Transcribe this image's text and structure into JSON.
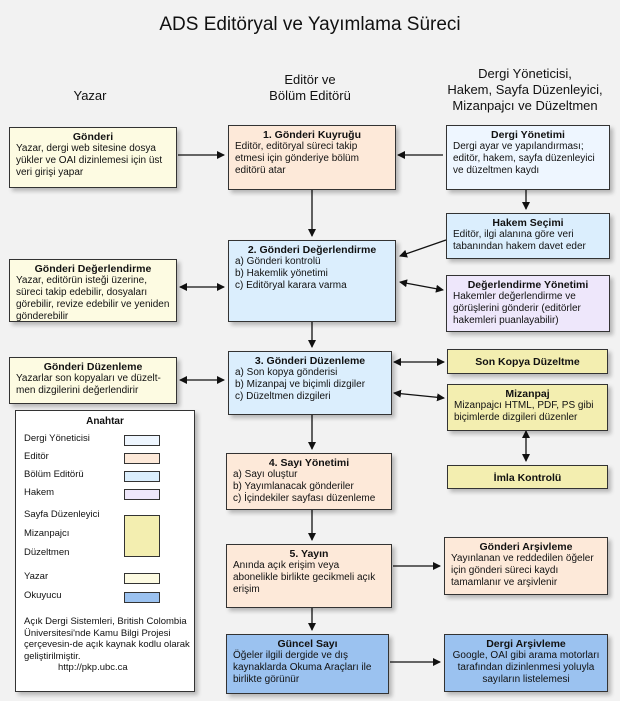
{
  "title": "ADS Editöryal ve Yayımlama Süreci",
  "columns": {
    "author": "Yazar",
    "editor": [
      "Editör ve",
      "Bölüm Editörü"
    ],
    "manager": [
      "Dergi Yöneticisi,",
      "Hakem, Sayfa Düzenleyici,",
      "Mizanpajcı ve Düzeltmen"
    ]
  },
  "boxes": {
    "gonderi": {
      "title": "Gönderi",
      "body": "Yazar, dergi web sitesine dosya yükler ve OAI dizinlemesi için üst veri girişi yapar"
    },
    "gonderi_degerlendirme": {
      "title": "Gönderi Değerlendirme",
      "body": "Yazar, editörün isteği üzerine, süreci takip edebilir, dosyaları görebilir, revize edebilir ve yeniden gönderebilir"
    },
    "gonderi_duzenleme": {
      "title": "Gönderi Düzenleme",
      "body": "Yazarlar son kopyaları ve düzelt-men dizgilerini değerlendirir"
    },
    "kuyruk": {
      "title": "1. Gönderi Kuyruğu",
      "body": "Editör, editöryal süreci takip etmesi için gönderiye bölüm editörü atar"
    },
    "degerlendirme": {
      "title": "2. Gönderi Değerlendirme",
      "items": [
        "a) Gönderi kontrolü",
        "b) Hakemlik yönetimi",
        "c) Editöryal karara varma"
      ]
    },
    "duzenleme": {
      "title": "3. Gönderi Düzenleme",
      "items": [
        "a) Son kopya gönderisi",
        "b) Mizanpaj ve biçimli dizgiler",
        "c) Düzeltmen dizgileri"
      ]
    },
    "sayi_yonetimi": {
      "title": "4. Sayı Yönetimi",
      "items": [
        "a) Sayı oluştur",
        "b) Yayımlanacak gönderiler",
        "c) İçindekiler sayfası düzenleme"
      ]
    },
    "yayin": {
      "title": "5. Yayın",
      "body": "Anında açık erişim veya abonelikle birlikte gecikmeli açık erişim"
    },
    "guncel_sayi": {
      "title": "Güncel Sayı",
      "body": "Öğeler ilgili dergide ve dış kaynaklarda Okuma Araçları ile birlikte görünür"
    },
    "dergi_yonetimi": {
      "title": "Dergi Yönetimi",
      "body": "Dergi ayar ve yapılandırması; editör, hakem, sayfa düzenleyici ve düzeltmen kaydı"
    },
    "hakem_secimi": {
      "title": "Hakem Seçimi",
      "body": "Editör, ilgi alanına göre veri tabanından hakem davet eder"
    },
    "degerlendirme_yonetimi": {
      "title": "Değerlendirme Yönetimi",
      "body": "Hakemler değerlendirme ve görüşlerini gönderir (editörler hakemleri puanlayabilir)"
    },
    "son_kopya": {
      "title": "Son Kopya Düzeltme"
    },
    "mizanpaj": {
      "title": "Mizanpaj",
      "body": "Mizanpajcı HTML, PDF, PS gibi biçimlerde dizgileri düzenler"
    },
    "imla": {
      "title": "İmla Kontrolü"
    },
    "gonderi_arsivleme": {
      "title": "Gönderi Arşivleme",
      "body": "Yayınlanan ve reddedilen öğeler için gönderi süreci kaydı tamamlanır ve arşivlenir"
    },
    "dergi_arsivleme": {
      "title": "Dergi Arşivleme",
      "body": "Google, OAI gibi arama motorları tarafından dizinlenmesi yoluyla sayıların listelemesi"
    }
  },
  "legend": {
    "title": "Anahtar",
    "items": [
      {
        "label": "Dergi Yöneticisi",
        "color": "#eef6ff"
      },
      {
        "label": "Editör",
        "color": "#fde9d9"
      },
      {
        "label": "Bölüm Editörü",
        "color": "#dbeefd"
      },
      {
        "label": "Hakem",
        "color": "#eee7fb"
      },
      {
        "label": "Sayfa Düzenleyici",
        "color": "#f3eeb0"
      },
      {
        "label": "Mizanpajcı",
        "color": ""
      },
      {
        "label": "Düzeltmen",
        "color": ""
      },
      {
        "label": "Yazar",
        "color": "#fdfbe2"
      },
      {
        "label": "Okuyucu",
        "color": "#9bc2f0"
      }
    ],
    "footnote": "Açık Dergi Sistemleri, British Colombia Üniversitesi'nde Kamu Bilgi Projesi çerçevesin-de açık kaynak kodlu olarak geliştirilmiştir.",
    "url": "http://pkp.ubc.ca"
  },
  "colors": {
    "yazar": "#fdfbe2",
    "editor": "#fde9d9",
    "bolum_editoru": "#dbeefd",
    "dergi_yoneticisi": "#eef6ff",
    "hakem": "#eee7fb",
    "sayfa_duzenleyici": "#f3eeb0",
    "okuyucu": "#9bc2f0"
  }
}
